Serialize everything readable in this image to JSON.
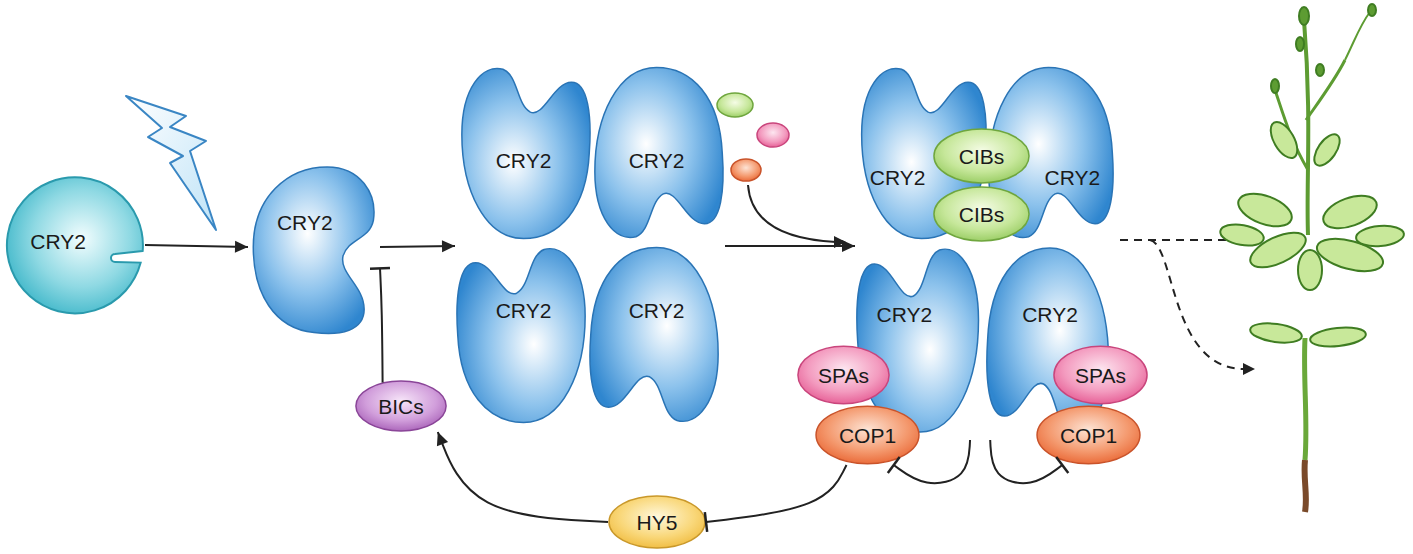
{
  "diagram": {
    "nodes": [
      {
        "text": [
          "CRY2"
        ]
      },
      {
        "text": [
          "CRY2"
        ]
      },
      {
        "text": [
          "CRY2"
        ]
      },
      {
        "text": [
          "CRY2"
        ]
      },
      {
        "text": [
          "CRY2"
        ]
      },
      {
        "text": [
          "CRY2"
        ]
      },
      {
        "text": [
          "CRY2"
        ]
      },
      {
        "text": [
          "CRY2"
        ]
      },
      {
        "text": [
          "CIBs"
        ]
      },
      {
        "text": [
          "CIBs"
        ]
      },
      {
        "text": [
          "CRY2"
        ]
      },
      {
        "text": [
          "CRY2"
        ]
      },
      {
        "text": [
          "SPAs"
        ]
      },
      {
        "text": [
          "SPAs"
        ]
      },
      {
        "text": [
          "COP1"
        ]
      },
      {
        "text": [
          "COP1"
        ]
      },
      {
        "text": [
          "BICs"
        ]
      },
      {
        "text": [
          "HY5"
        ]
      }
    ],
    "edges": [
      {
        "from": 0,
        "to": 1,
        "arrow": "to"
      },
      {
        "from": 1,
        "to": 2,
        "arrow": "to"
      },
      {
        "from": 3,
        "to": 6,
        "arrow": "to"
      },
      {
        "from": 14,
        "to": 17,
        "arrow": "to"
      },
      {
        "from": 17,
        "to": 16,
        "arrow": "to"
      },
      {
        "from": 16,
        "to": 1,
        "arrow": "to"
      },
      {
        "from": 10,
        "to": 14,
        "arrow": "to"
      },
      {
        "from": 11,
        "to": 15,
        "arrow": "to"
      }
    ]
  }
}
